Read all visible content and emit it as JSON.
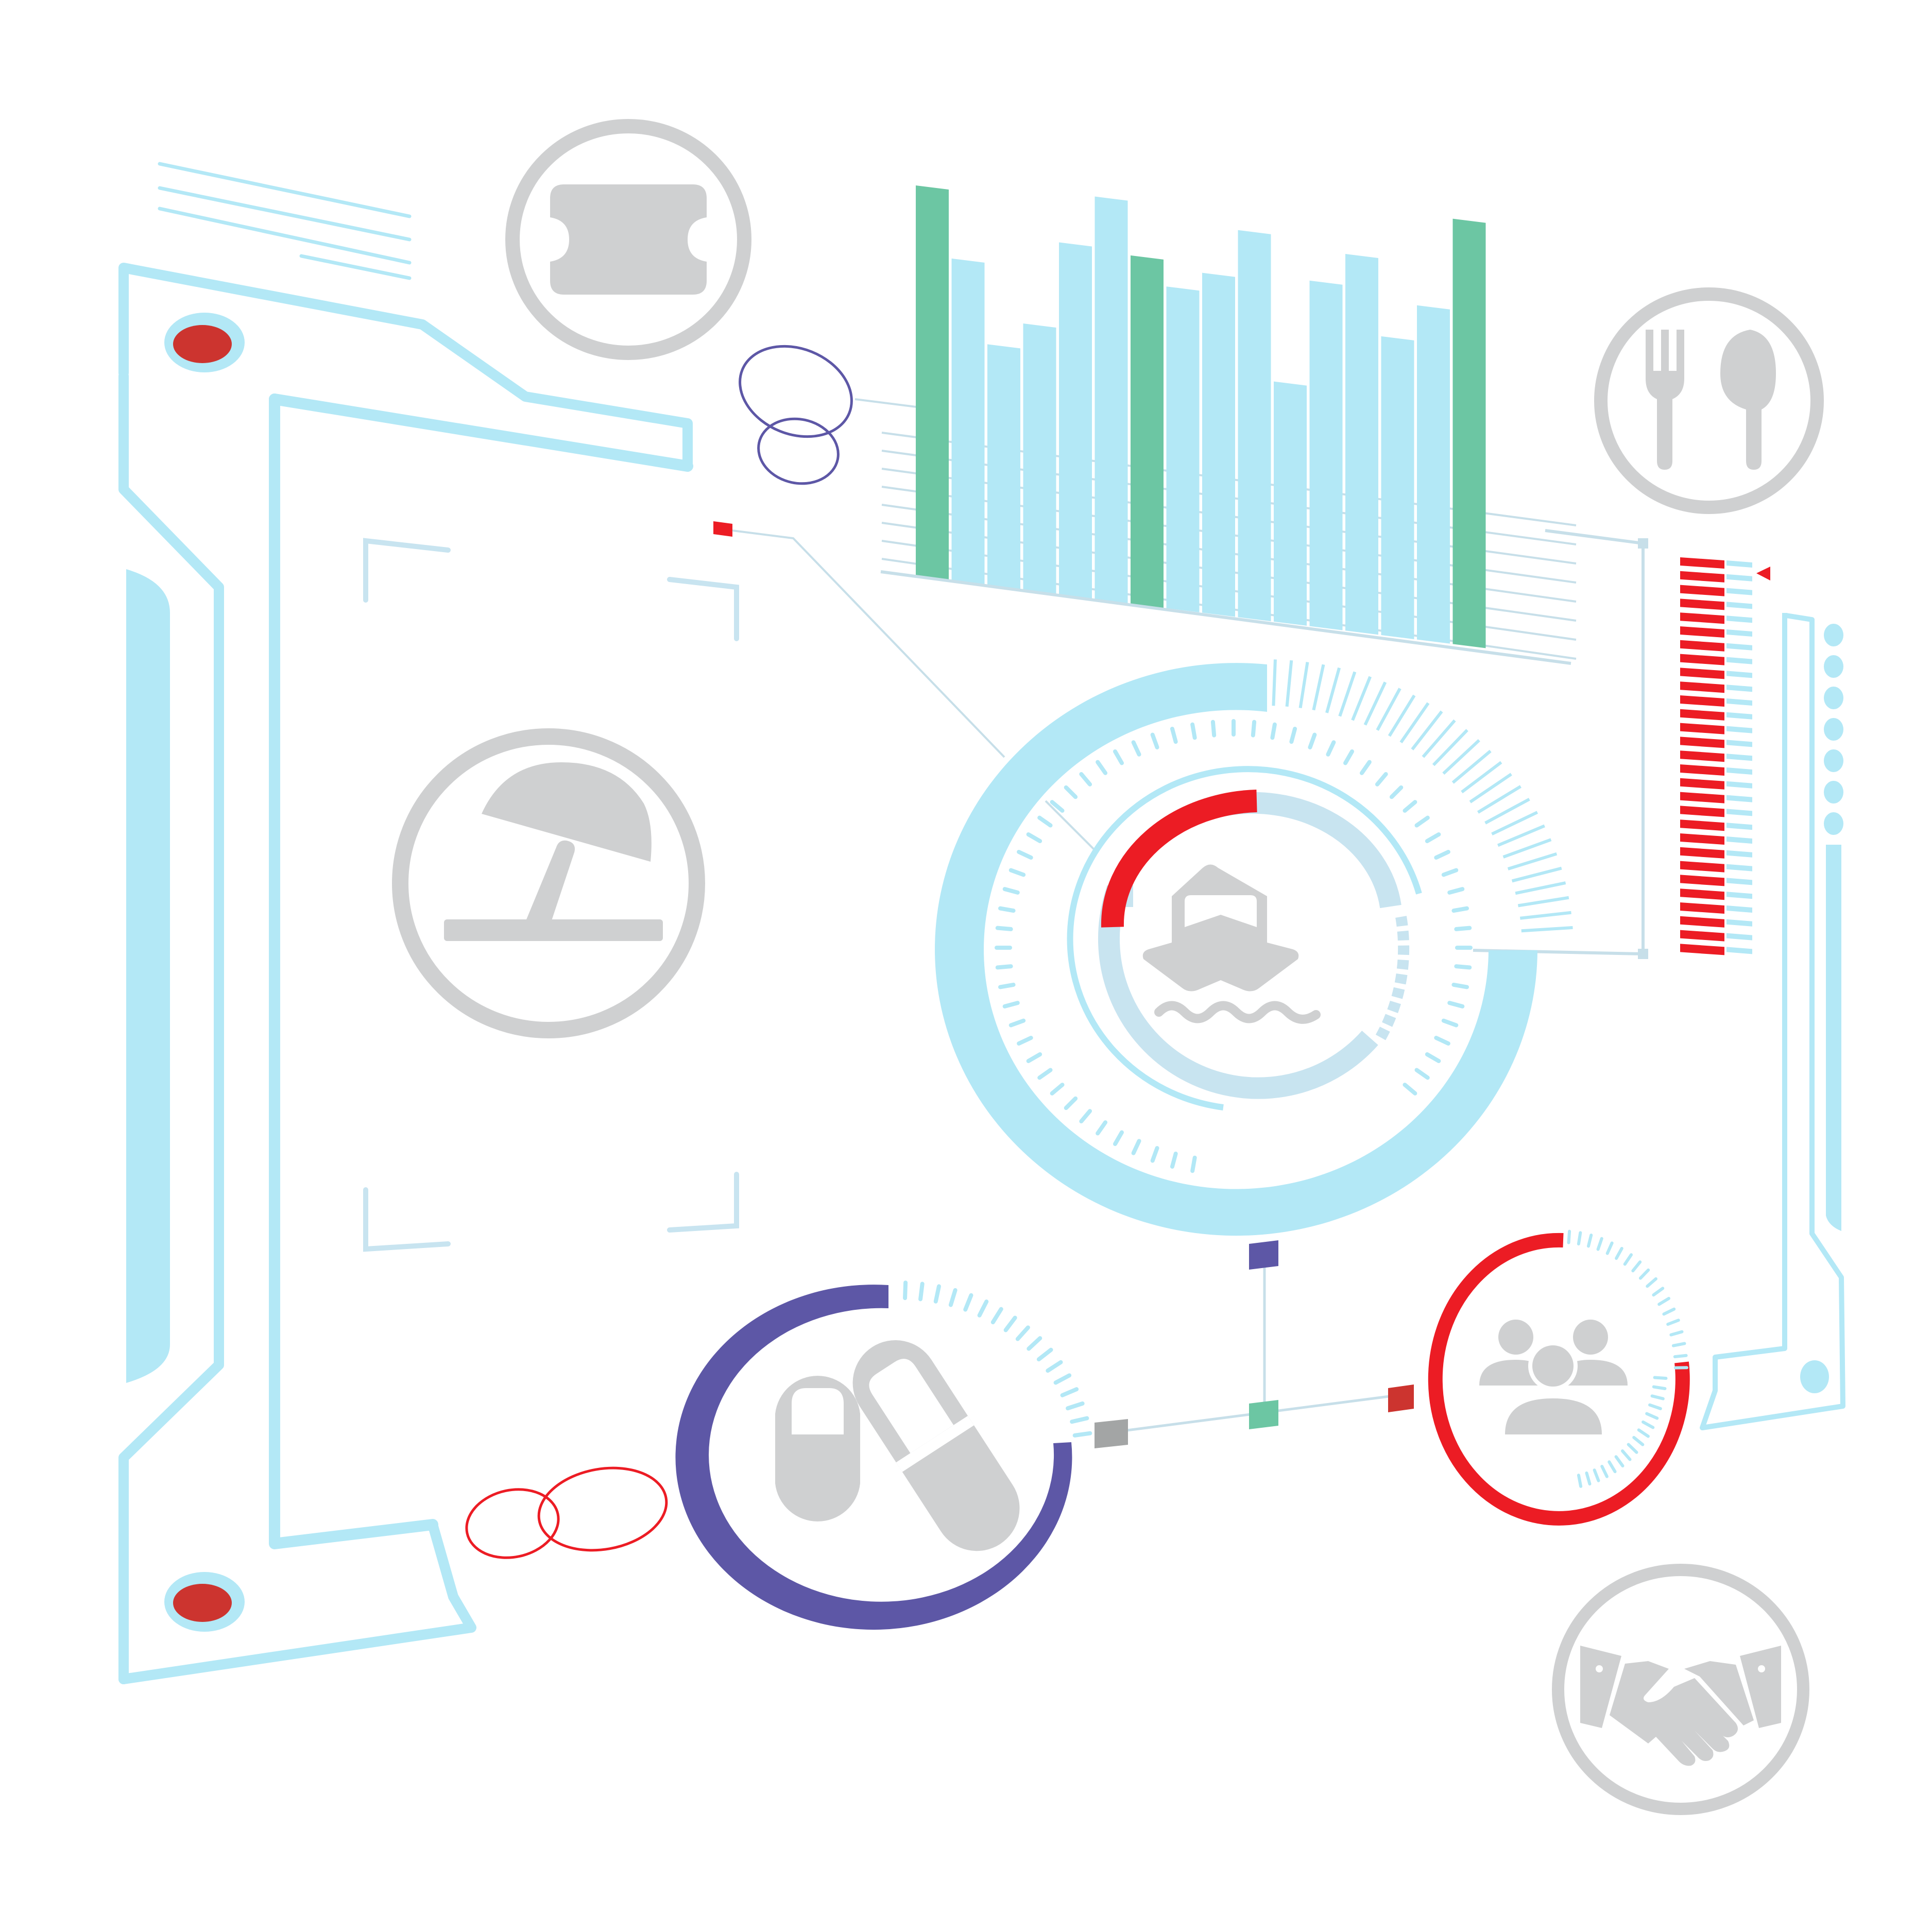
{
  "colors": {
    "light_blue": "#b3e8f6",
    "pale_blue": "#c8e4f0",
    "teal_green": "#6cc6a3",
    "red": "#ec1c24",
    "dark_red": "#cc342f",
    "purple": "#5d57a6",
    "gray": "#cfd0d1",
    "dark_gray": "#a3a5a5",
    "line_blue": "#c7dfe9"
  },
  "icons": [
    {
      "name": "ticket-icon"
    },
    {
      "name": "fork-knife-icon"
    },
    {
      "name": "beach-umbrella-icon"
    },
    {
      "name": "ship-icon"
    },
    {
      "name": "pills-icon"
    },
    {
      "name": "people-group-icon"
    },
    {
      "name": "handshake-icon"
    }
  ],
  "bar_chart": {
    "bars": [
      {
        "value": 1.0,
        "color": "teal_green"
      },
      {
        "value": 0.82,
        "color": "light_blue"
      },
      {
        "value": 0.61,
        "color": "light_blue"
      },
      {
        "value": 0.67,
        "color": "light_blue"
      },
      {
        "value": 0.88,
        "color": "light_blue"
      },
      {
        "value": 1.0,
        "color": "light_blue"
      },
      {
        "value": 0.86,
        "color": "teal_green"
      },
      {
        "value": 0.79,
        "color": "light_blue"
      },
      {
        "value": 0.83,
        "color": "light_blue"
      },
      {
        "value": 0.94,
        "color": "light_blue"
      },
      {
        "value": 0.58,
        "color": "light_blue"
      },
      {
        "value": 0.83,
        "color": "light_blue"
      },
      {
        "value": 0.9,
        "color": "light_blue"
      },
      {
        "value": 0.71,
        "color": "light_blue"
      },
      {
        "value": 0.79,
        "color": "light_blue"
      },
      {
        "value": 1.0,
        "color": "teal_green"
      }
    ]
  },
  "level_meter": {
    "filled_segments": 26
  }
}
